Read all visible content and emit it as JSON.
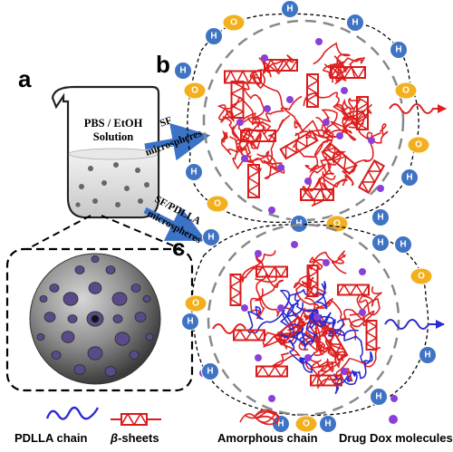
{
  "panels": {
    "a": "a",
    "b": "b",
    "c": "c"
  },
  "beaker": {
    "line1": "PBS /  EtOH",
    "line2": "Solution"
  },
  "arrows": {
    "top": {
      "line1": "SF",
      "line2": "microspheres"
    },
    "bottom": {
      "line1": "SF/PDLLA",
      "line2": "microspheres"
    }
  },
  "legend": {
    "pdlla": "PDLLA chain",
    "beta_prefix": "β",
    "beta_suffix": "-sheets",
    "amorphous": "Amorphous chain",
    "drug": "Drug Dox molecules"
  },
  "bubbles": {
    "hydrogen": "H",
    "oxygen": "O"
  },
  "colors": {
    "hydrogen": "#3f73c3",
    "oxygen": "#f2b01e",
    "beta_sheet": "#d91c1c",
    "pdlla": "#2a2ad1",
    "drug": "#8b3fd9",
    "arrow": "#3b73c6"
  }
}
